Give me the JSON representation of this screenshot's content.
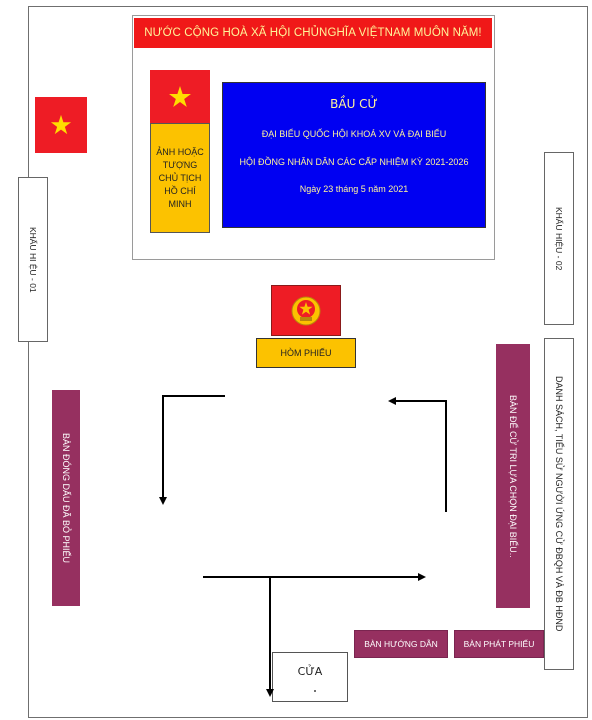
{
  "banner": "NƯỚC CỘNG HOÀ XÃ HỘI CHỦNGHĨA VIỆTNAM MUÔN NĂM!",
  "portrait": [
    "ẢNH HOẶC",
    "TƯỢNG",
    "CHỦ TỊCH",
    "HỒ CHÍ",
    "MINH"
  ],
  "main_board": {
    "title": "BẦU CỬ",
    "line1": "ĐẠI BIỂU QUỐC HỘI KHOÁ XV VÀ ĐẠI BIỂU",
    "line2": "HỘI ĐỒNG NHÂN DÂN CÁC CẤP NHIỆM KỲ 2021-2026",
    "date": "Ngày  23 tháng 5 năm 2021"
  },
  "slogan_left": "KHẨU HI ỆU - 01",
  "slogan_right": "KHẨU HIỆU - 02",
  "ballot_box": "HÒM PHIẾU",
  "stamp_table": "BÀN ĐÓNG DẤU ĐÃ BỎ PHIẾU",
  "voter_table": "BÀN ĐỂ CỬ TRI LỰA CHỌN ĐẠI BIỂU..",
  "candidate_list": "DANH SÁCH, TIỂU SỬ NGƯỜI ỨNG CỬ ĐBQH VÀ ĐB HĐND",
  "guide_table": "BÀN HƯỚNG DẪN",
  "issue_table": "BÀN PHÁT PHIẾU",
  "door": "CỬA",
  "colors": {
    "red": "#ee1c25",
    "yellow": "#fcc200",
    "blue": "#0000f2",
    "maroon": "#963060",
    "banner_text": "#fff59a"
  },
  "icons": [
    "vietnam-flag-icon",
    "national-emblem-icon",
    "arrow-icon"
  ]
}
